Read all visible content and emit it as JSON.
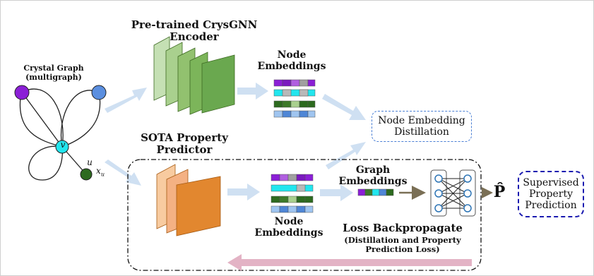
{
  "labels": {
    "crystal_graph": "Crystal Graph\n(multigraph)",
    "pretrained": "Pre-trained CrysGNN\nEncoder",
    "node_embeddings_top": "Node\nEmbeddings",
    "sota": "SOTA Property\nPredictor",
    "node_embeddings_bottom": "Node\nEmbeddings",
    "graph_embeddings": "Graph\nEmbeddings",
    "distillation": "Node Embedding\nDistillation",
    "supervised": "Supervised\nProperty\nPrediction",
    "loss_title": "Loss Backpropagate",
    "loss_sub": "(Distillation and Property\nPrediction Loss)",
    "p_hat": "P̂",
    "node_v": "v",
    "node_u": "u",
    "node_xu": "x",
    "node_xu_sub": "u"
  },
  "colors": {
    "arrow_blue": "#cfe0f2",
    "arrow_pink": "#e3b3c5",
    "green_light": "#a9d08e",
    "green_mid": "#70ad47",
    "green_dark": "#548235",
    "orange_light": "#f8cba0",
    "orange_mid": "#f4b183",
    "orange_dark": "#e2872f",
    "dist_border": "#4a7fd4",
    "sup_border": "#1a1ab0",
    "purple": "#8b1fd6",
    "blue_node": "#5b8fe0",
    "cyan_node": "#22e6ee",
    "green_node": "#2d6a1f"
  }
}
